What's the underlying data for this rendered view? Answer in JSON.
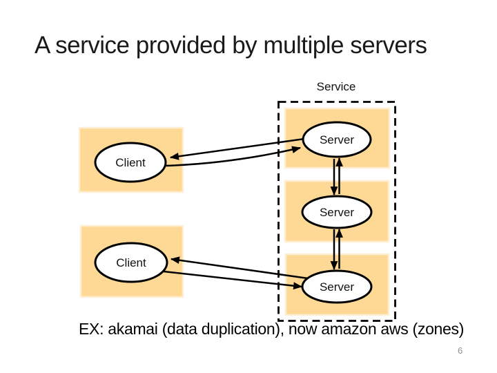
{
  "slide": {
    "title": "A service provided by multiple servers",
    "footnote": "EX: akamai (data duplication), now amazon aws (zones)",
    "page_number": "6"
  },
  "diagram": {
    "service_label": "Service",
    "servers": [
      {
        "label": "Server"
      },
      {
        "label": "Server"
      },
      {
        "label": "Server"
      }
    ],
    "clients": [
      {
        "label": "Client"
      },
      {
        "label": "Client"
      }
    ],
    "connections": [
      {
        "from": "client1",
        "to": "server1",
        "type": "two-way"
      },
      {
        "from": "server1",
        "to": "server2",
        "type": "two-way"
      },
      {
        "from": "server2",
        "to": "server3",
        "type": "two-way"
      },
      {
        "from": "client2",
        "to": "server3",
        "type": "two-way"
      }
    ]
  },
  "colors": {
    "box_fill": "#FDD995",
    "box_edge": "#FEEFD2",
    "node_fill": "#FFFFFF",
    "line": "#000000",
    "title_text": "#1A1A1A",
    "footnote_text": "#000000",
    "page_number_text": "#909090"
  }
}
